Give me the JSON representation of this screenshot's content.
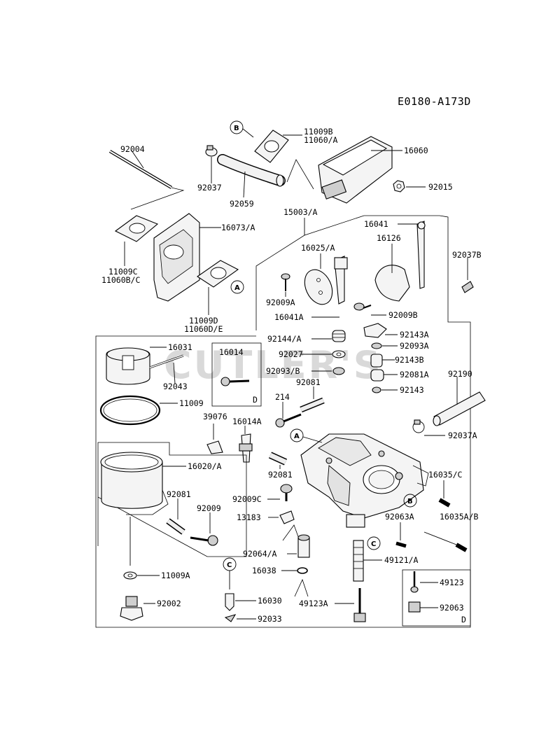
{
  "diagram_code": "E0180-A173D",
  "watermark": "CUTLER'S",
  "parts": {
    "p92004": "92004",
    "p92037": "92037",
    "p92059": "92059",
    "p11009B": "11009B",
    "p11060A": "11060/A",
    "p16060": "16060",
    "p92015": "92015",
    "p15003A": "15003/A",
    "p16073A": "16073/A",
    "p11009C": "11009C",
    "p11060BC": "11060B/C",
    "p11009D": "11009D",
    "p11060DE": "11060D/E",
    "p16041": "16041",
    "p16025A": "16025/A",
    "p16126": "16126",
    "p92037B": "92037B",
    "p92009A": "92009A",
    "p92009B": "92009B",
    "p16041A": "16041A",
    "p92144A": "92144/A",
    "p92143A": "92143A",
    "p92093A": "92093A",
    "p92027": "92027",
    "p92143B": "92143B",
    "p92093B": "92093/B",
    "p92081A": "92081A",
    "p92081_top": "92081",
    "p92143": "92143",
    "p92190": "92190",
    "p16031": "16031",
    "p16014": "16014",
    "p92043": "92043",
    "p11009": "11009",
    "p214": "214",
    "p39076": "39076",
    "p16014A": "16014A",
    "p92037A": "92037A",
    "p16020A": "16020/A",
    "p92081_mid": "92081",
    "p16035C": "16035/C",
    "p92009C": "92009C",
    "p92081_cup": "92081",
    "p92009": "92009",
    "p13183": "13183",
    "p92063A": "92063A",
    "p16035AB": "16035A/B",
    "p92064A": "92064/A",
    "p49121A": "49121/A",
    "p16038": "16038",
    "p11009A": "11009A",
    "p49123": "49123",
    "p92002": "92002",
    "p16030": "16030",
    "p49123A": "49123A",
    "p92063": "92063",
    "p92033": "92033"
  },
  "callouts": {
    "A": "A",
    "B": "B",
    "C": "C",
    "D": "D"
  }
}
